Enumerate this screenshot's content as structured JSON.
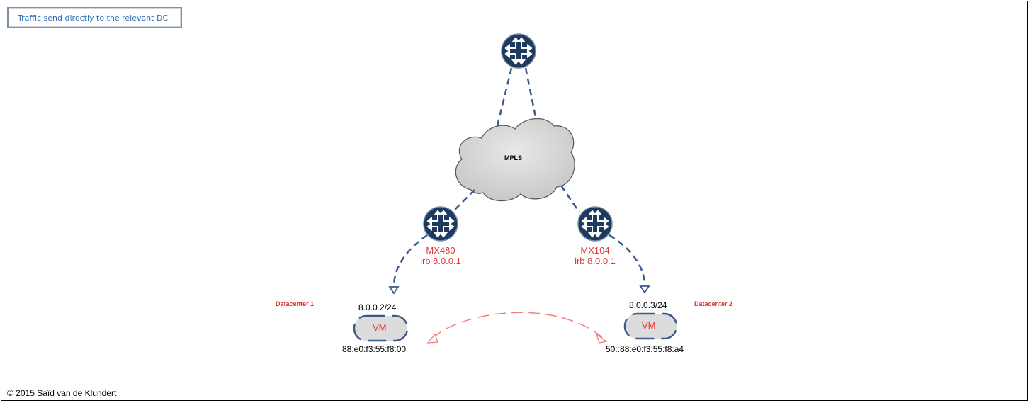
{
  "title": "Traffic send directly to the relevant DC",
  "cloud_label": "MPLS",
  "routers": [
    {
      "name": "MX480",
      "irb": "irb 8.0.0.1"
    },
    {
      "name": "MX104",
      "irb": "irb 8.0.0.1"
    }
  ],
  "datacenters": [
    {
      "label": "Datacenter 1",
      "subnet": "8.0.0.2/24",
      "vm": "VM",
      "mac": "88:e0:f3:55:f8:00"
    },
    {
      "label": "Datacenter 2",
      "subnet": "8.0.0.3/24",
      "vm": "VM",
      "mac": "50::88:e0:f3:55:f8:a4"
    }
  ],
  "copyright": "© 2015 Saïd van de Klundert",
  "colors": {
    "router": "#1e3a5f",
    "link": "#3c5a8c",
    "accent": "#e8332c",
    "flow": "#f08080"
  }
}
